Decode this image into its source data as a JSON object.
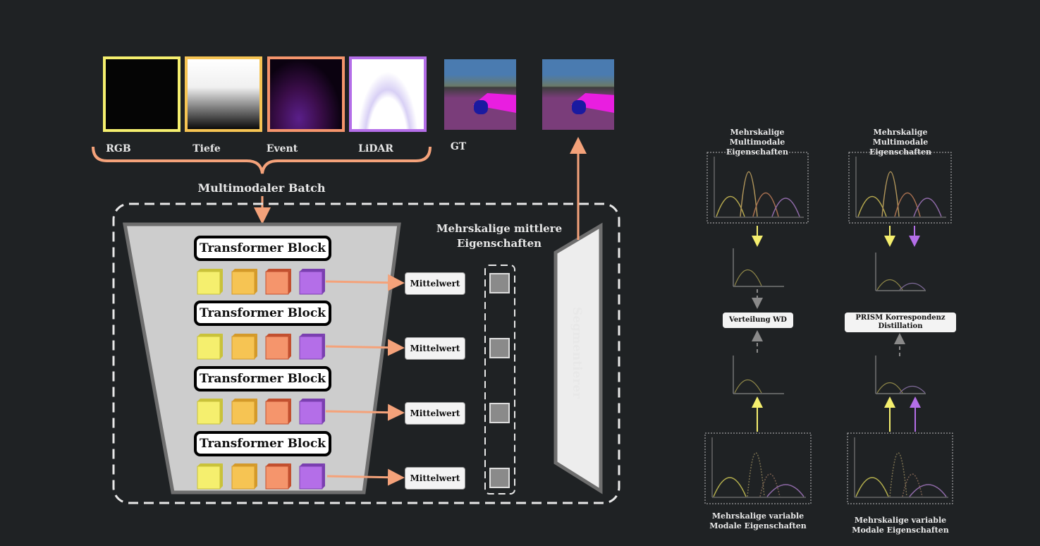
{
  "modalities": [
    "RGB",
    "Tiefe",
    "Event",
    "LiDAR"
  ],
  "gt_label": "GT",
  "batch_label": "Multimodaler Batch",
  "transformer_label": "Transformer Block",
  "mean_label": "Mittelwert",
  "intermediate_label": "Mehrskalige mittlere Eigenschaften",
  "segmenter_label": "Segmentierer",
  "panel_left": {
    "top_title": "Mehrskalige Multimodale Eigenschaften",
    "middle_box": "Verteilung WD",
    "bottom_title": "Mehrskalige variable Modale Eigenschaften"
  },
  "panel_right": {
    "top_title": "Mehrskalige Multimodale Eigenschaften",
    "middle_box": "PRISM Korrespondenz Distillation",
    "bottom_title": "Mehrskalige variable Modale Eigenschaften"
  },
  "colors": {
    "rgb": "#f5ef6e",
    "depth": "#f6c453",
    "event": "#f5956c",
    "lidar": "#b46ee8",
    "arrow": "#f4a27a",
    "background": "#1f2224"
  }
}
